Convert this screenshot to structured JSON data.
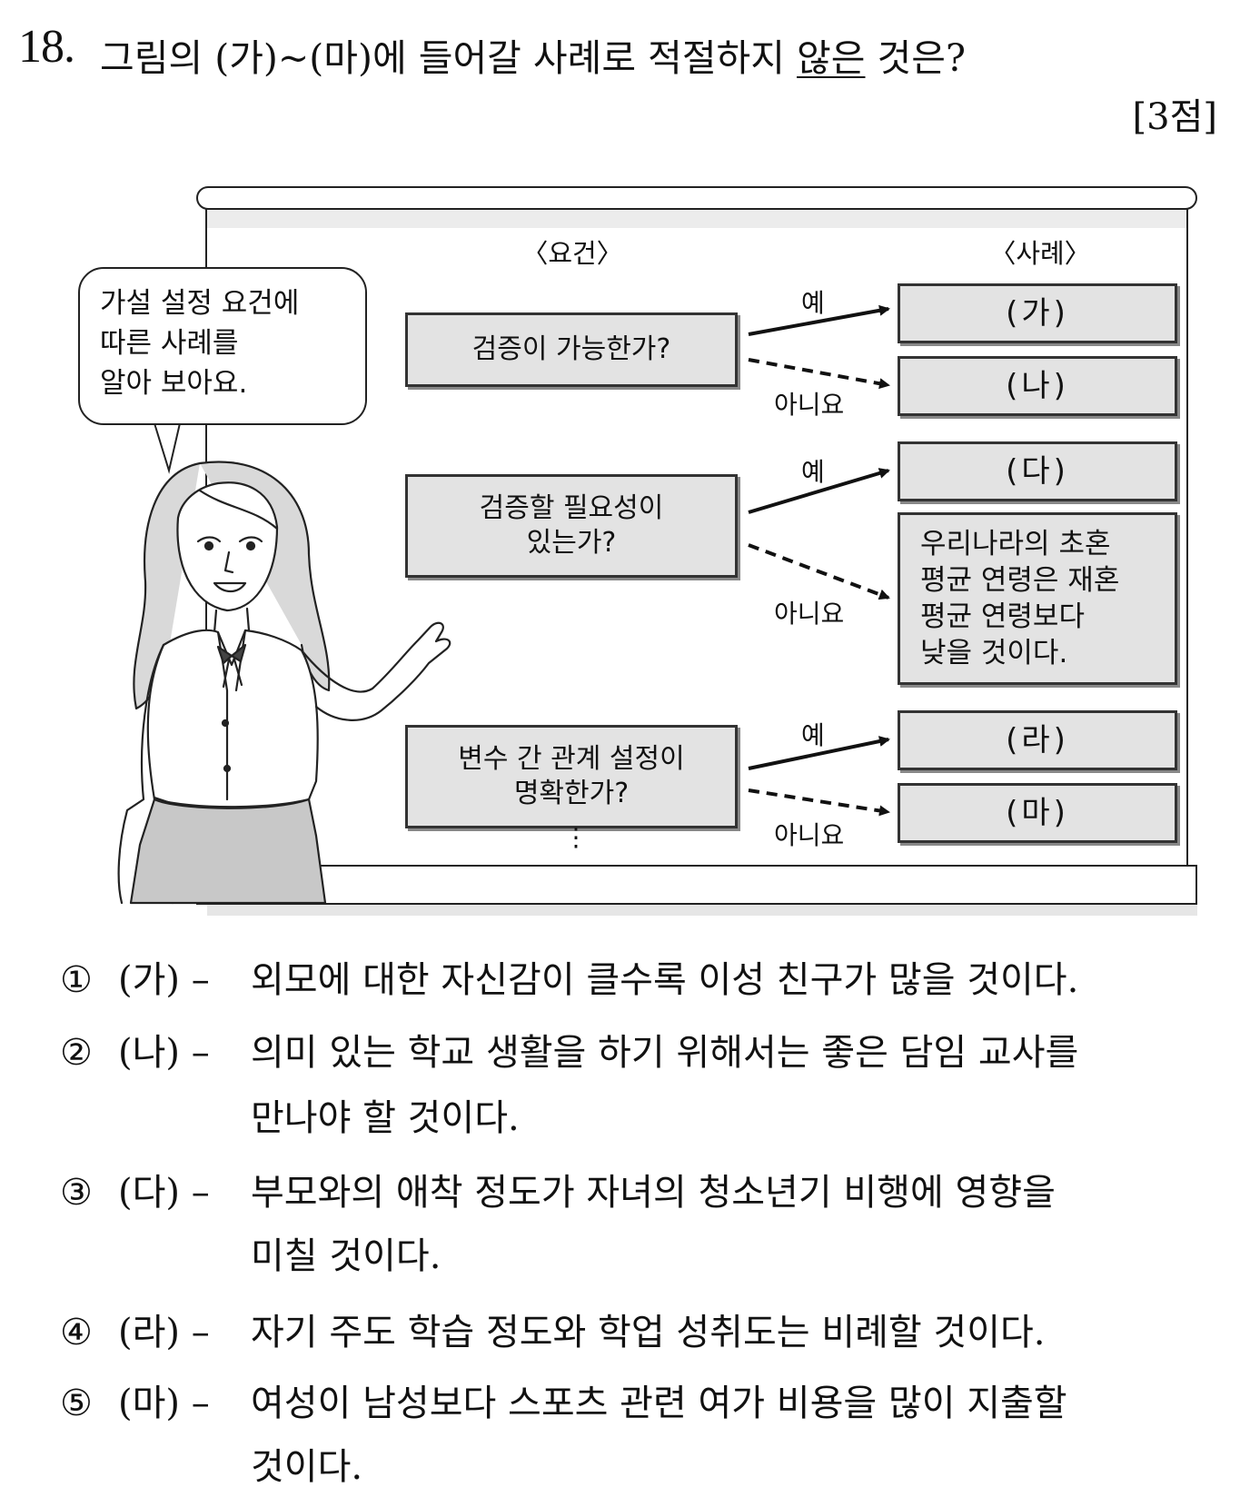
{
  "question": {
    "number": "18.",
    "text_before": "그림의 (가)~(마)에 들어갈 사례로 적절하지 ",
    "text_underlined": "않은",
    "text_after": " 것은?",
    "points": "[3점]"
  },
  "board": {
    "header_requirement": "〈요건〉",
    "header_case": "〈사례〉",
    "yes_label": "예",
    "no_label": "아니요",
    "ellipsis": "⋮",
    "requirements": [
      "검증이 가능한가?",
      "검증할 필요성이\n있는가?",
      "변수 간 관계 설정이\n명확한가?"
    ],
    "cases": [
      "(가)",
      "(나)",
      "(다)",
      "(라)",
      "(마)"
    ],
    "example_case": "우리나라의 초혼\n평균 연령은 재혼\n평균 연령보다\n낮을 것이다."
  },
  "speech_bubble": "가설 설정 요건에\n따른 사례를\n알아 보아요.",
  "options": [
    {
      "num": "①",
      "tag": "(가) –",
      "line1": "외모에 대한 자신감이 클수록 이성 친구가 많을 것이다.",
      "line2": ""
    },
    {
      "num": "②",
      "tag": "(나) –",
      "line1": "의미 있는 학교 생활을 하기 위해서는 좋은 담임 교사를",
      "line2": "만나야 할 것이다."
    },
    {
      "num": "③",
      "tag": "(다) –",
      "line1": "부모와의 애착 정도가 자녀의 청소년기 비행에 영향을",
      "line2": "미칠 것이다."
    },
    {
      "num": "④",
      "tag": "(라) –",
      "line1": "자기 주도 학습 정도와 학업 성취도는 비례할 것이다.",
      "line2": ""
    },
    {
      "num": "⑤",
      "tag": "(마) –",
      "line1": "여성이 남성보다 스포츠 관련 여가 비용을 많이 지출할",
      "line2": "것이다."
    }
  ]
}
